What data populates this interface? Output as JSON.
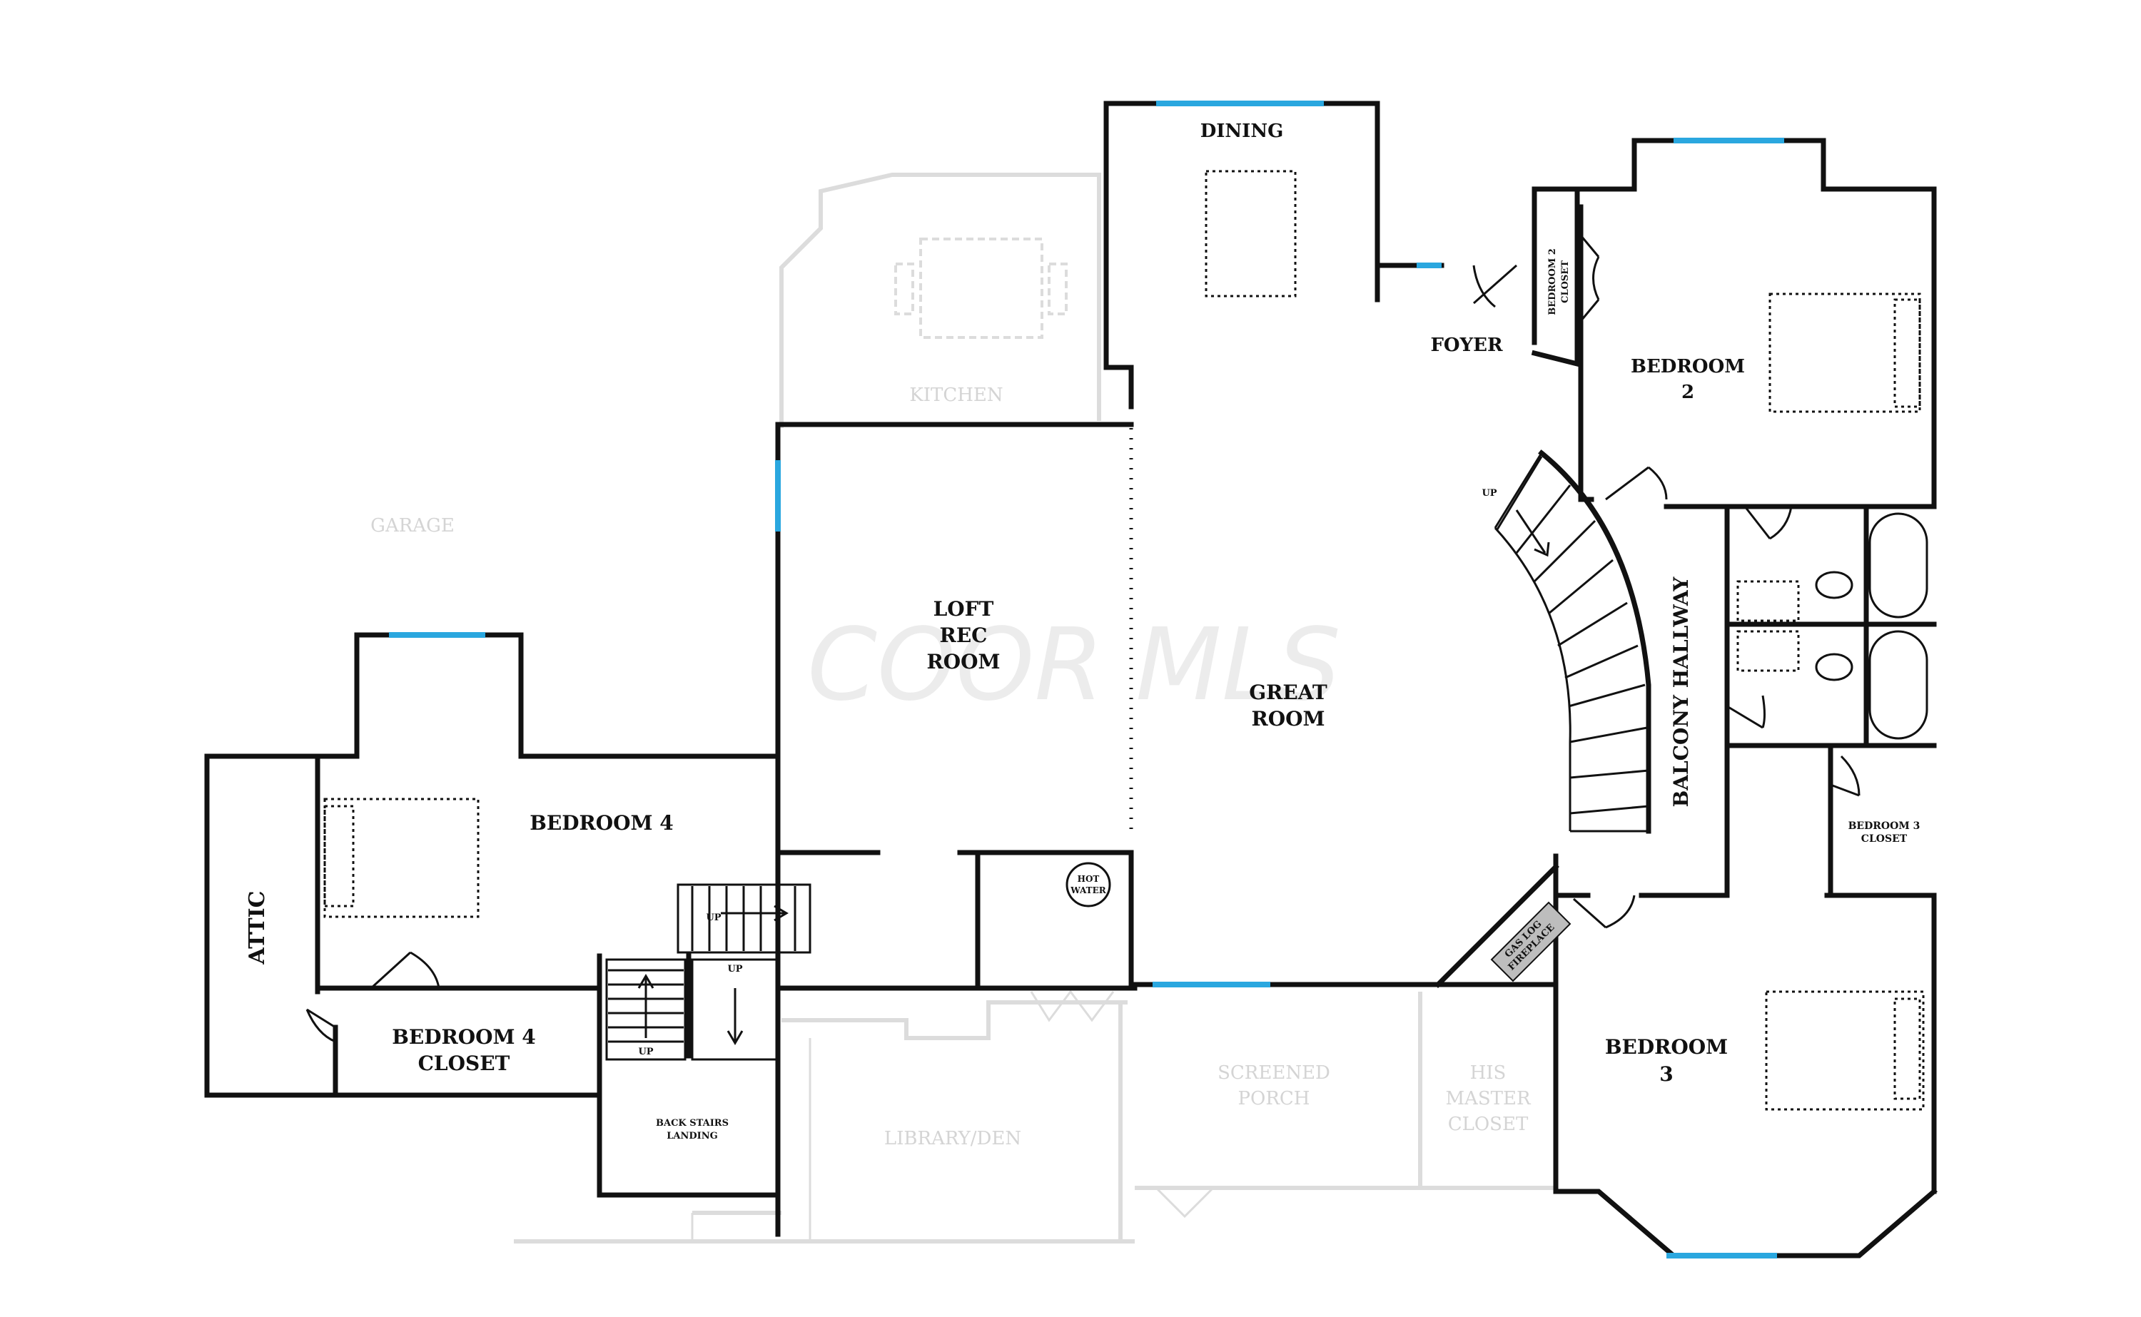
{
  "watermark": "COOR MLS",
  "rooms": {
    "dining": "DINING",
    "foyer": "FOYER",
    "bedroom2_closet_1": "BEDROOM 2",
    "bedroom2_closet_2": "CLOSET",
    "bedroom2_1": "BEDROOM",
    "bedroom2_2": "2",
    "kitchen": "KITCHEN",
    "garage": "GARAGE",
    "loft_1": "LOFT",
    "loft_2": "REC",
    "loft_3": "ROOM",
    "great_1": "GREAT",
    "great_2": "ROOM",
    "balcony_hallway": "BALCONY HALLWAY",
    "bedroom3_closet_1": "BEDROOM 3",
    "bedroom3_closet_2": "CLOSET",
    "bedroom4": "BEDROOM 4",
    "attic": "ATTIC",
    "bedroom4_closet_1": "BEDROOM 4",
    "bedroom4_closet_2": "CLOSET",
    "hot_water_1": "HOT",
    "hot_water_2": "WATER",
    "fireplace_1": "GAS LOG",
    "fireplace_2": "FIREPLACE",
    "back_stairs_1": "BACK STAIRS",
    "back_stairs_2": "LANDING",
    "library": "LIBRARY/DEN",
    "screened_1": "SCREENED",
    "screened_2": "PORCH",
    "his_master_1": "HIS",
    "his_master_2": "MASTER",
    "his_master_3": "CLOSET",
    "bedroom3_1": "BEDROOM",
    "bedroom3_2": "3"
  },
  "stair_labels": {
    "main_up": "UP",
    "small_up": "UP",
    "back_up_left": "UP",
    "back_up_right": "UP"
  },
  "colors": {
    "wall": "#111111",
    "window": "#2aa7df",
    "ghosted": "#dcdcdc"
  }
}
